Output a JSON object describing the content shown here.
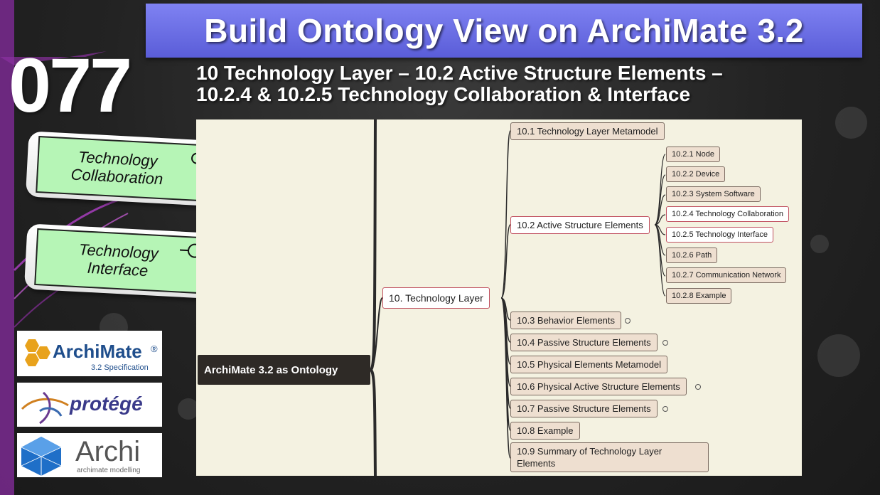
{
  "title": "Build Ontology View on ArchiMate 3.2",
  "episode": "077",
  "subtitle": {
    "line1": "10 Technology Layer – 10.2 Active Structure Elements –",
    "line2": "10.2.4 & 10.2.5 Technology Collaboration & Interface"
  },
  "cards": {
    "collaboration_label": "Technology Collaboration",
    "interface_label": "Technology Interface"
  },
  "logos": {
    "archimate": {
      "name": "ArchiMate",
      "reg": "®",
      "spec": "3.2 Specification"
    },
    "protege": {
      "name": "protégé"
    },
    "archi": {
      "name": "Archi",
      "tagline": "archimate modelling"
    }
  },
  "mindmap": {
    "root": "ArchiMate 3.2 as Ontology",
    "central": "10. Technology Layer",
    "branches": [
      "10.1 Technology Layer Metamodel",
      "10.2 Active Structure Elements",
      "10.3 Behavior Elements",
      "10.4 Passive Structure Elements",
      "10.5 Physical Elements Metamodel",
      "10.6 Physical Active Structure Elements",
      "10.7 Passive Structure Elements",
      "10.8 Example",
      "10.9 Summary of Technology Layer Elements"
    ],
    "active_children": [
      "10.2.1 Node",
      "10.2.2 Device",
      "10.2.3 System Software",
      "10.2.4 Technology Collaboration",
      "10.2.5 Technology Interface",
      "10.2.6 Path",
      "10.2.7 Communication Network",
      "10.2.8 Example"
    ]
  },
  "colors": {
    "banner": "#6f72e8",
    "card_green": "#b6f5b6",
    "mindmap_bg": "#f4f2e1",
    "node_fill": "#eedfd0",
    "highlight_border": "#c05060"
  }
}
